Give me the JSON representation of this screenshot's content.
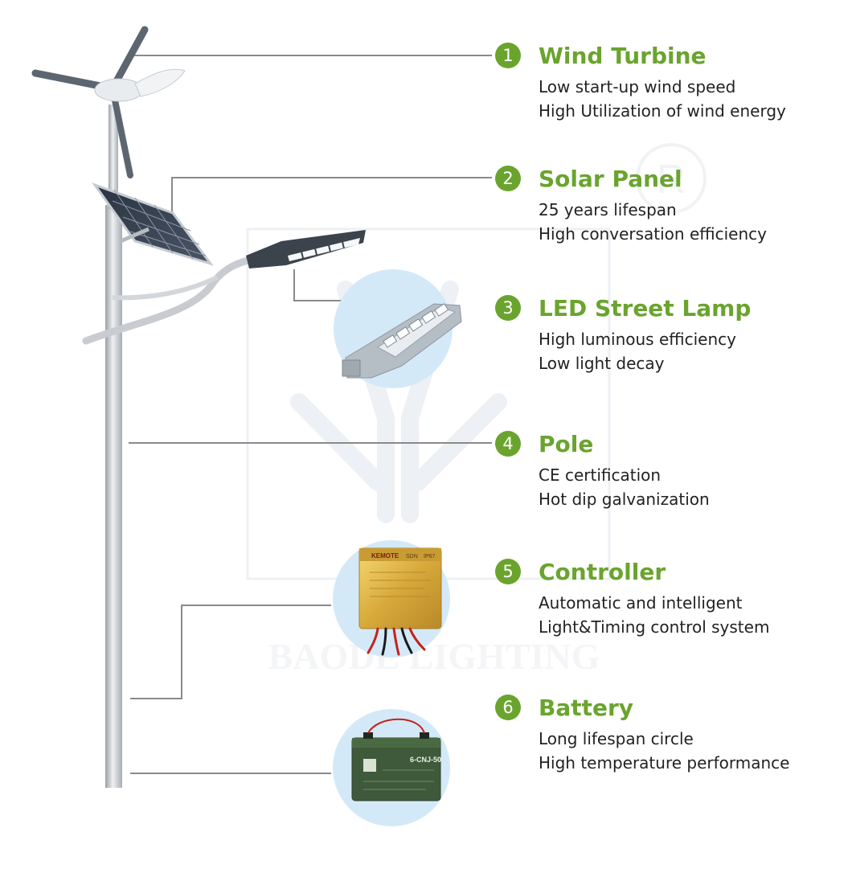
{
  "brand": {
    "watermark_text": "BAODE LIGHTING",
    "registered_mark": "R"
  },
  "colors": {
    "accent": "#6aa42e",
    "text": "#222222",
    "leader_line": "#8a8a8a",
    "bubble": "#d4e9f8"
  },
  "features": [
    {
      "number": "1",
      "title": "Wind Turbine",
      "lines": [
        "Low start-up wind speed",
        "High Utilization of wind energy"
      ]
    },
    {
      "number": "2",
      "title": "Solar Panel",
      "lines": [
        "25 years lifespan",
        "High conversation efficiency"
      ]
    },
    {
      "number": "3",
      "title": "LED Street Lamp",
      "lines": [
        "High luminous efficiency",
        "Low light decay"
      ]
    },
    {
      "number": "4",
      "title": "Pole",
      "lines": [
        "CE certification",
        "Hot dip galvanization"
      ]
    },
    {
      "number": "5",
      "title": "Controller",
      "lines": [
        "Automatic and intelligent",
        "Light&Timing control system"
      ]
    },
    {
      "number": "6",
      "title": "Battery",
      "lines": [
        "Long lifespan circle",
        "High temperature performance"
      ]
    }
  ],
  "product_labels": {
    "controller_brand": "KEMOTE",
    "controller_model": "SDN",
    "controller_rating": "IP67",
    "battery_model": "6-CNJ-50"
  }
}
